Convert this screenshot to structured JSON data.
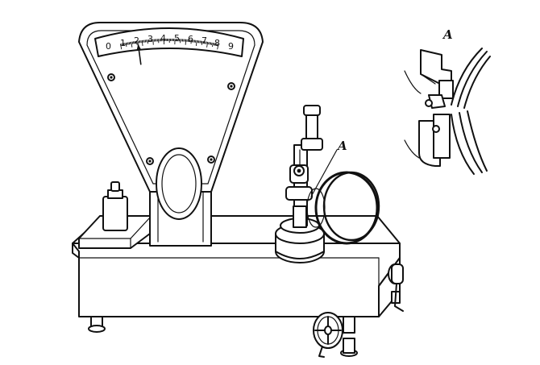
{
  "dial": {
    "numbers": [
      "0",
      "1",
      "2",
      "3",
      "4",
      "5",
      "6",
      "7",
      "8",
      "9"
    ],
    "pointer_value": 1.6,
    "scale_max": 9
  },
  "labels": {
    "callout_main": "A",
    "detail_title": "A"
  },
  "colors": {
    "ink": "#111111",
    "paper": "#ffffff"
  }
}
